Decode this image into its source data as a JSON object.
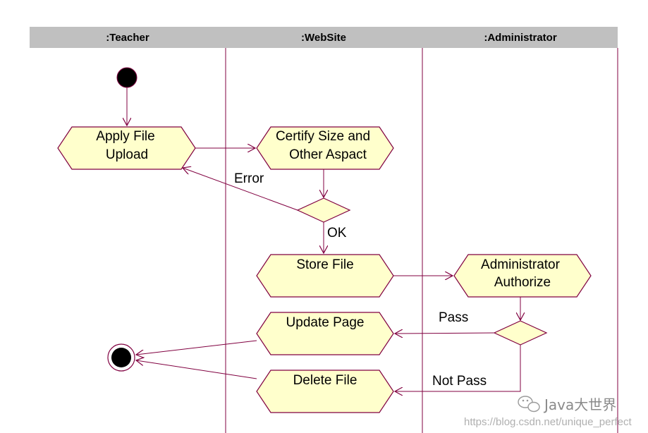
{
  "swimlanes": [
    {
      "label": ":Teacher"
    },
    {
      "label": ":WebSite"
    },
    {
      "label": ":Administrator"
    }
  ],
  "activities": {
    "apply_file_upload": [
      "Apply File",
      "Upload"
    ],
    "certify_size": [
      "Certify Size and",
      "Other Aspact"
    ],
    "store_file": [
      "Store File"
    ],
    "administrator_authorize": [
      "Administrator",
      "Authorize"
    ],
    "update_page": [
      "Update Page"
    ],
    "delete_file": [
      "Delete File"
    ]
  },
  "edge_labels": {
    "error": "Error",
    "ok": "OK",
    "pass": "Pass",
    "not_pass": "Not Pass"
  },
  "watermark": {
    "brand": "Java大世界",
    "url": "https://blog.csdn.net/unique_perfect",
    "icon": "wechat-icon"
  },
  "colors": {
    "lane_header": "#c0c0c0",
    "line": "#800040",
    "activity_fill": "#ffffcc"
  }
}
